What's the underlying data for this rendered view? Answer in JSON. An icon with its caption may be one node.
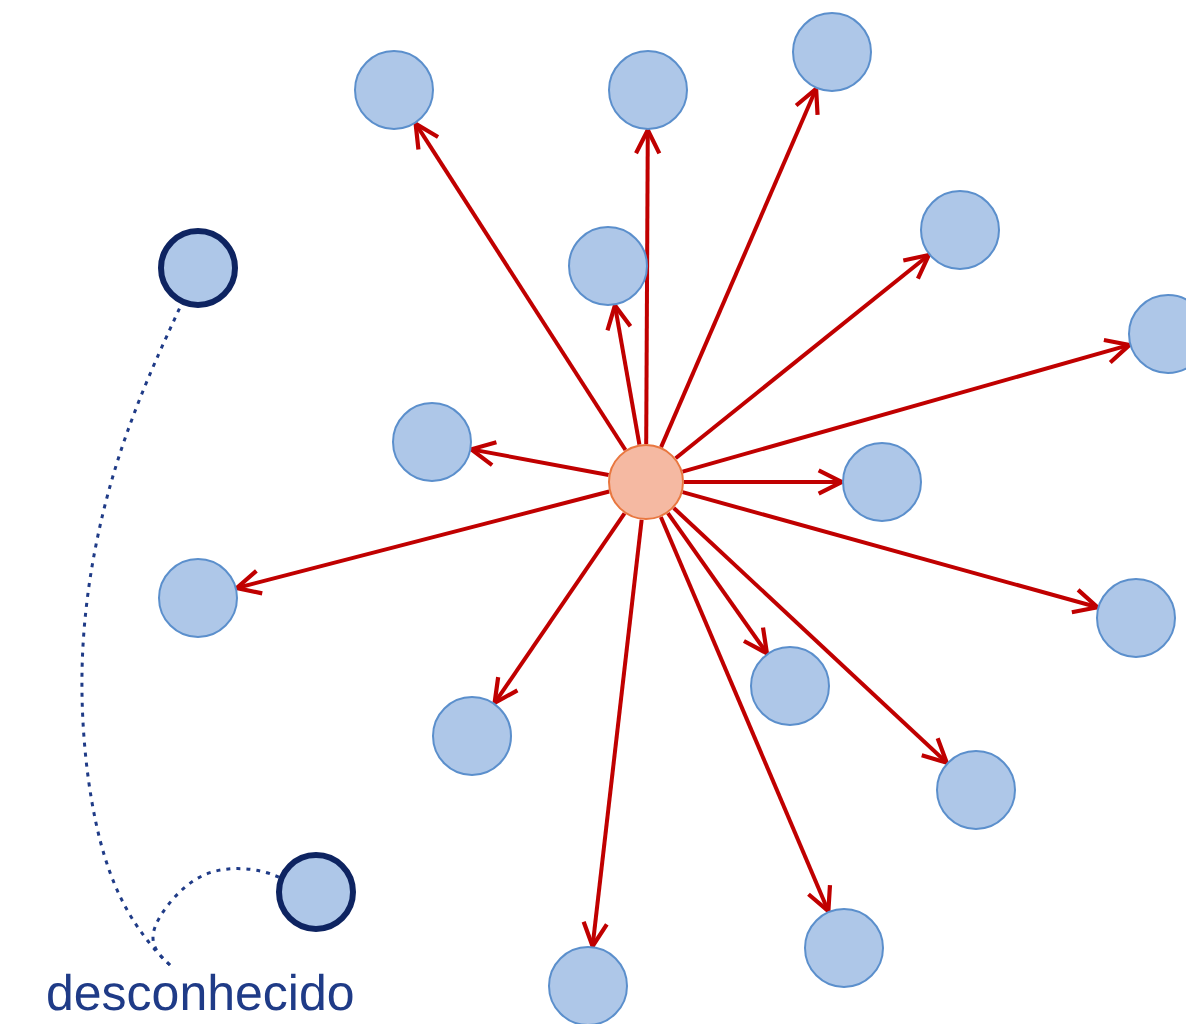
{
  "diagram": {
    "nodes": [
      {
        "text": [],
        "shape": "circle"
      },
      {
        "text": [],
        "shape": "circle"
      },
      {
        "text": [],
        "shape": "circle"
      },
      {
        "text": [],
        "shape": "circle"
      },
      {
        "text": [],
        "shape": "circle"
      },
      {
        "text": [],
        "shape": "circle"
      },
      {
        "text": [],
        "shape": "circle"
      },
      {
        "text": [],
        "shape": "circle"
      },
      {
        "text": [],
        "shape": "circle"
      },
      {
        "text": [],
        "shape": "circle"
      },
      {
        "text": [],
        "shape": "circle"
      },
      {
        "text": [],
        "shape": "circle"
      },
      {
        "text": [],
        "shape": "circle"
      },
      {
        "text": [],
        "shape": "circle"
      },
      {
        "text": [],
        "shape": "circle"
      },
      {
        "text": [],
        "shape": "circle"
      },
      {
        "text": [],
        "shape": "circle"
      },
      {
        "text": [],
        "shape": "circle"
      },
      {
        "text": [
          "desconhecido"
        ]
      }
    ],
    "edges": [
      {
        "from": 0,
        "to": 1,
        "arrow": "to"
      },
      {
        "from": 0,
        "to": 2,
        "arrow": "to"
      },
      {
        "from": 0,
        "to": 3,
        "arrow": "to"
      },
      {
        "from": 0,
        "to": 4,
        "arrow": "to"
      },
      {
        "from": 0,
        "to": 5,
        "arrow": "to"
      },
      {
        "from": 0,
        "to": 6,
        "arrow": "to"
      },
      {
        "from": 0,
        "to": 7,
        "arrow": "to"
      },
      {
        "from": 0,
        "to": 8,
        "arrow": "to"
      },
      {
        "from": 0,
        "to": 9,
        "arrow": "to"
      },
      {
        "from": 0,
        "to": 10,
        "arrow": "to"
      },
      {
        "from": 0,
        "to": 11,
        "arrow": "to"
      },
      {
        "from": 0,
        "to": 12,
        "arrow": "to"
      },
      {
        "from": 0,
        "to": 13,
        "arrow": "to"
      },
      {
        "from": 0,
        "to": 14,
        "arrow": "to"
      },
      {
        "from": 0,
        "to": 15,
        "arrow": "to"
      },
      {
        "from": 18,
        "to": 16,
        "arrow": "none",
        "style": "dashed",
        "color": "#1f3b87"
      },
      {
        "from": 18,
        "to": 17,
        "arrow": "none",
        "style": "dashed",
        "color": "#1f3b87"
      }
    ]
  }
}
